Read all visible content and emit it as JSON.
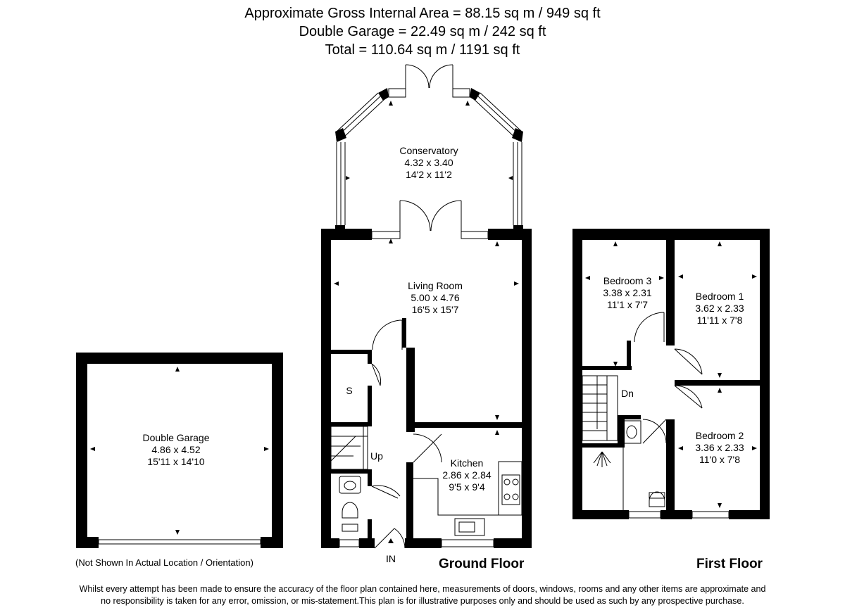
{
  "header": {
    "line1": "Approximate Gross Internal Area = 88.15 sq m / 949 sq ft",
    "line2": "Double Garage = 22.49 sq m / 242 sq ft",
    "line3": "Total = 110.64 sq m / 1191 sq ft"
  },
  "rooms": {
    "conservatory": {
      "name": "Conservatory",
      "metric": "4.32 x 3.40",
      "imperial": "14'2 x 11'2"
    },
    "living_room": {
      "name": "Living Room",
      "metric": "5.00 x 4.76",
      "imperial": "16'5 x 15'7"
    },
    "kitchen": {
      "name": "Kitchen",
      "metric": "2.86 x 2.84",
      "imperial": "9'5 x 9'4"
    },
    "garage": {
      "name": "Double Garage",
      "metric": "4.86 x 4.52",
      "imperial": "15'11 x 14'10"
    },
    "bedroom3": {
      "name": "Bedroom 3",
      "metric": "3.38 x 2.31",
      "imperial": "11'1 x 7'7"
    },
    "bedroom1": {
      "name": "Bedroom 1",
      "metric": "3.62 x 2.33",
      "imperial": "11'11 x 7'8"
    },
    "bedroom2": {
      "name": "Bedroom 2",
      "metric": "3.36 x 2.33",
      "imperial": "11'0 x 7'8"
    }
  },
  "labels": {
    "storage": "S",
    "stairs_up": "Up",
    "stairs_down": "Dn",
    "entrance": "IN"
  },
  "floors": {
    "ground": "Ground Floor",
    "first": "First Floor"
  },
  "garage_note": "(Not Shown In Actual Location / Orientation)",
  "disclaimer": {
    "line1": "Whilst every attempt has been made to ensure the accuracy of the floor plan contained here, measurements of doors, windows, rooms and any other items are approximate and",
    "line2": "no responsibility is taken for any error, omission, or mis-statement.This plan is for illustrative purposes only and should be used as such by any prospective purchase."
  },
  "colors": {
    "wall": "#000000",
    "background": "#ffffff"
  }
}
